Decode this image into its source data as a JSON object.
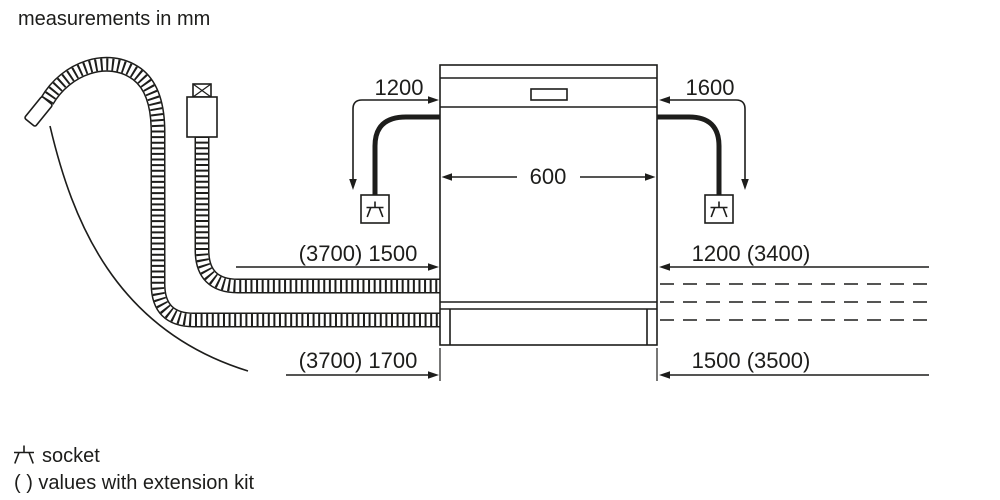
{
  "title": "measurements in mm",
  "dims": {
    "socket_left": "1200",
    "socket_right": "1600",
    "appliance_width": "600",
    "hose_upper_left": "(3700) 1500",
    "hose_upper_right": "1200 (3400)",
    "hose_lower_left": "(3700) 1700",
    "hose_lower_right": "1500 (3500)"
  },
  "legend": {
    "socket_label": "socket",
    "extension_note": "( ) values with extension kit"
  },
  "icons": {
    "socket_icon": "socket-symbol",
    "tap_icon": "water-tap-symbol"
  },
  "colors": {
    "ink": "#1d1d1b",
    "background": "#ffffff"
  }
}
